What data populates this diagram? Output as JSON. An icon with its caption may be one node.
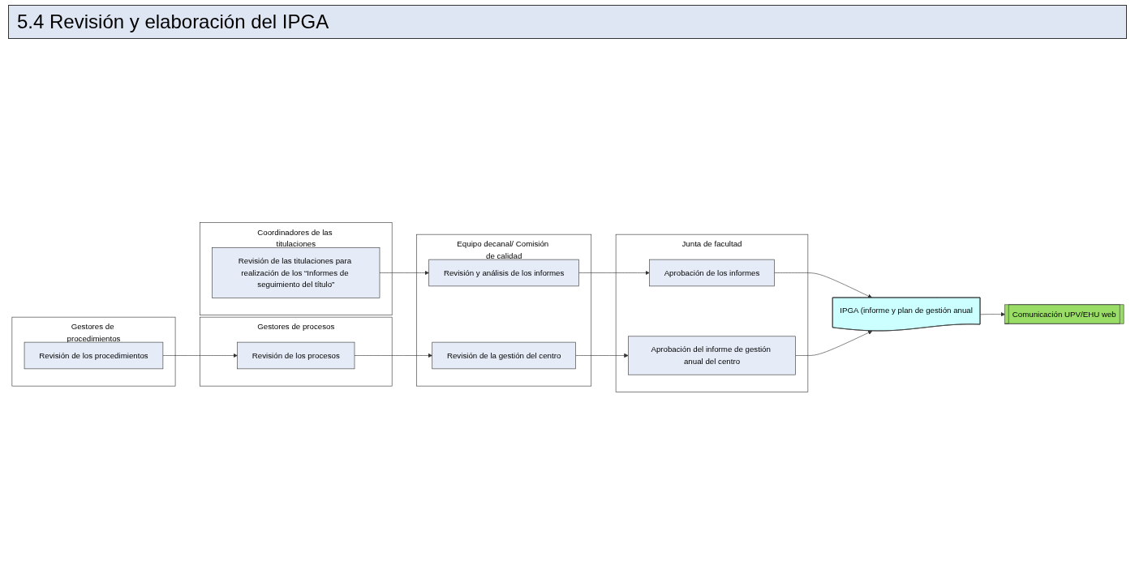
{
  "diagram": {
    "title": "5.4 Revisión y elaboración del IPGA",
    "nodes": [
      {
        "text": [
          "Coordinadores de las titulaciones"
        ]
      },
      {
        "text": [
          "Revisión de las titulaciones para realización de los “Informes de seguimiento del título”"
        ],
        "in": 0
      },
      {
        "text": [
          "Gestores de procedimientos"
        ]
      },
      {
        "text": [
          "Revisión de los procedimientos"
        ],
        "in": 2
      },
      {
        "text": [
          "Gestores de procesos"
        ]
      },
      {
        "text": [
          "Revisión de los procesos"
        ],
        "in": 4
      },
      {
        "text": [
          "Equipo decanal/ Comisión de calidad"
        ]
      },
      {
        "text": [
          "Revisión y análisis de los informes"
        ],
        "in": 6
      },
      {
        "text": [
          "Revisión de la gestión del centro"
        ],
        "in": 6
      },
      {
        "text": [
          "Junta de facultad"
        ]
      },
      {
        "text": [
          "Aprobación de los informes"
        ],
        "in": 9
      },
      {
        "text": [
          "Aprobación del informe de gestión anual del centro"
        ],
        "in": 9
      },
      {
        "text": [
          "IPGA (informe y plan de gestión anual"
        ]
      },
      {
        "text": [
          "Comunicación UPV/EHU web"
        ]
      }
    ],
    "edges": [
      {
        "from": 1,
        "to": 7,
        "arrow": "to"
      },
      {
        "from": 7,
        "to": 10,
        "arrow": "to"
      },
      {
        "from": 10,
        "to": 12,
        "arrow": "to"
      },
      {
        "from": 3,
        "to": 5,
        "arrow": "to"
      },
      {
        "from": 5,
        "to": 8,
        "arrow": "to"
      },
      {
        "from": 8,
        "to": 11,
        "arrow": "to"
      },
      {
        "from": 11,
        "to": 12,
        "arrow": "to"
      },
      {
        "from": 12,
        "to": 13,
        "arrow": "to"
      }
    ]
  }
}
